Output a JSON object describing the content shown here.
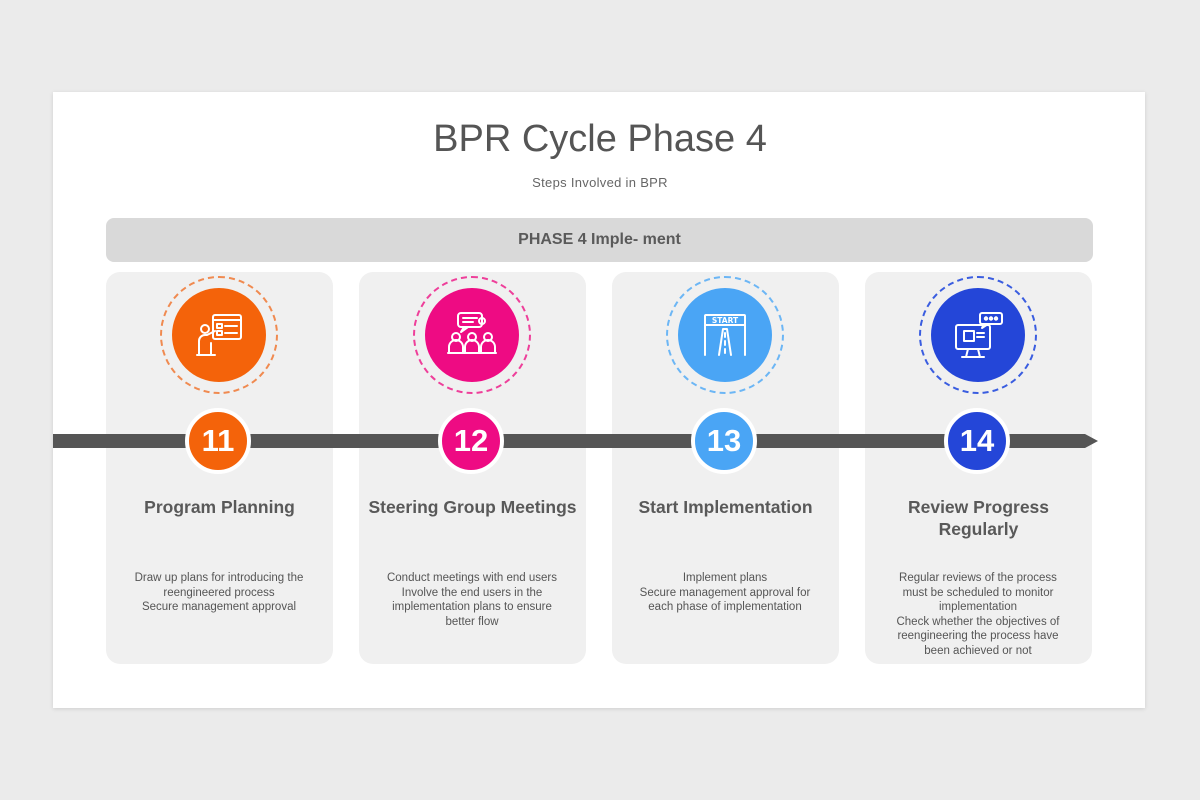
{
  "title": "BPR Cycle Phase 4",
  "subtitle": "Steps Involved in BPR",
  "phase_label": "PHASE 4 Imple- ment",
  "steps": [
    {
      "number": "11",
      "title_lines": [
        "Program Planning"
      ],
      "desc_lines": [
        "Draw up plans for introducing the",
        "reengineered process",
        "Secure management approval"
      ],
      "color": "#f4630a",
      "ring_color": "#f08a50",
      "icon": "presentation-board-icon"
    },
    {
      "number": "12",
      "title_lines": [
        "Steering Group Meetings"
      ],
      "desc_lines": [
        "Conduct meetings with end users",
        "Involve the end users in the",
        "implementation plans to ensure",
        "better flow"
      ],
      "color": "#ee0b83",
      "ring_color": "#ee3f9a",
      "icon": "group-meeting-icon"
    },
    {
      "number": "13",
      "title_lines": [
        "Start Implementation"
      ],
      "desc_lines": [
        "Implement plans",
        "Secure management approval for",
        "each phase of implementation"
      ],
      "color": "#4aa5f5",
      "ring_color": "#6cb6f5",
      "icon": "start-gate-icon",
      "icon_text": "START"
    },
    {
      "number": "14",
      "title_lines": [
        "Review Progress",
        "Regularly"
      ],
      "desc_lines": [
        "Regular reviews of the process",
        "must be scheduled to monitor",
        "implementation",
        "Check whether the objectives of",
        "reengineering the process have",
        "been achieved or not"
      ],
      "color": "#2446d8",
      "ring_color": "#3a5de0",
      "icon": "monitor-review-icon"
    }
  ],
  "colors": {
    "timeline": "#555555",
    "card": "#f0f0f0",
    "phase_bar": "#d9d9d9"
  }
}
